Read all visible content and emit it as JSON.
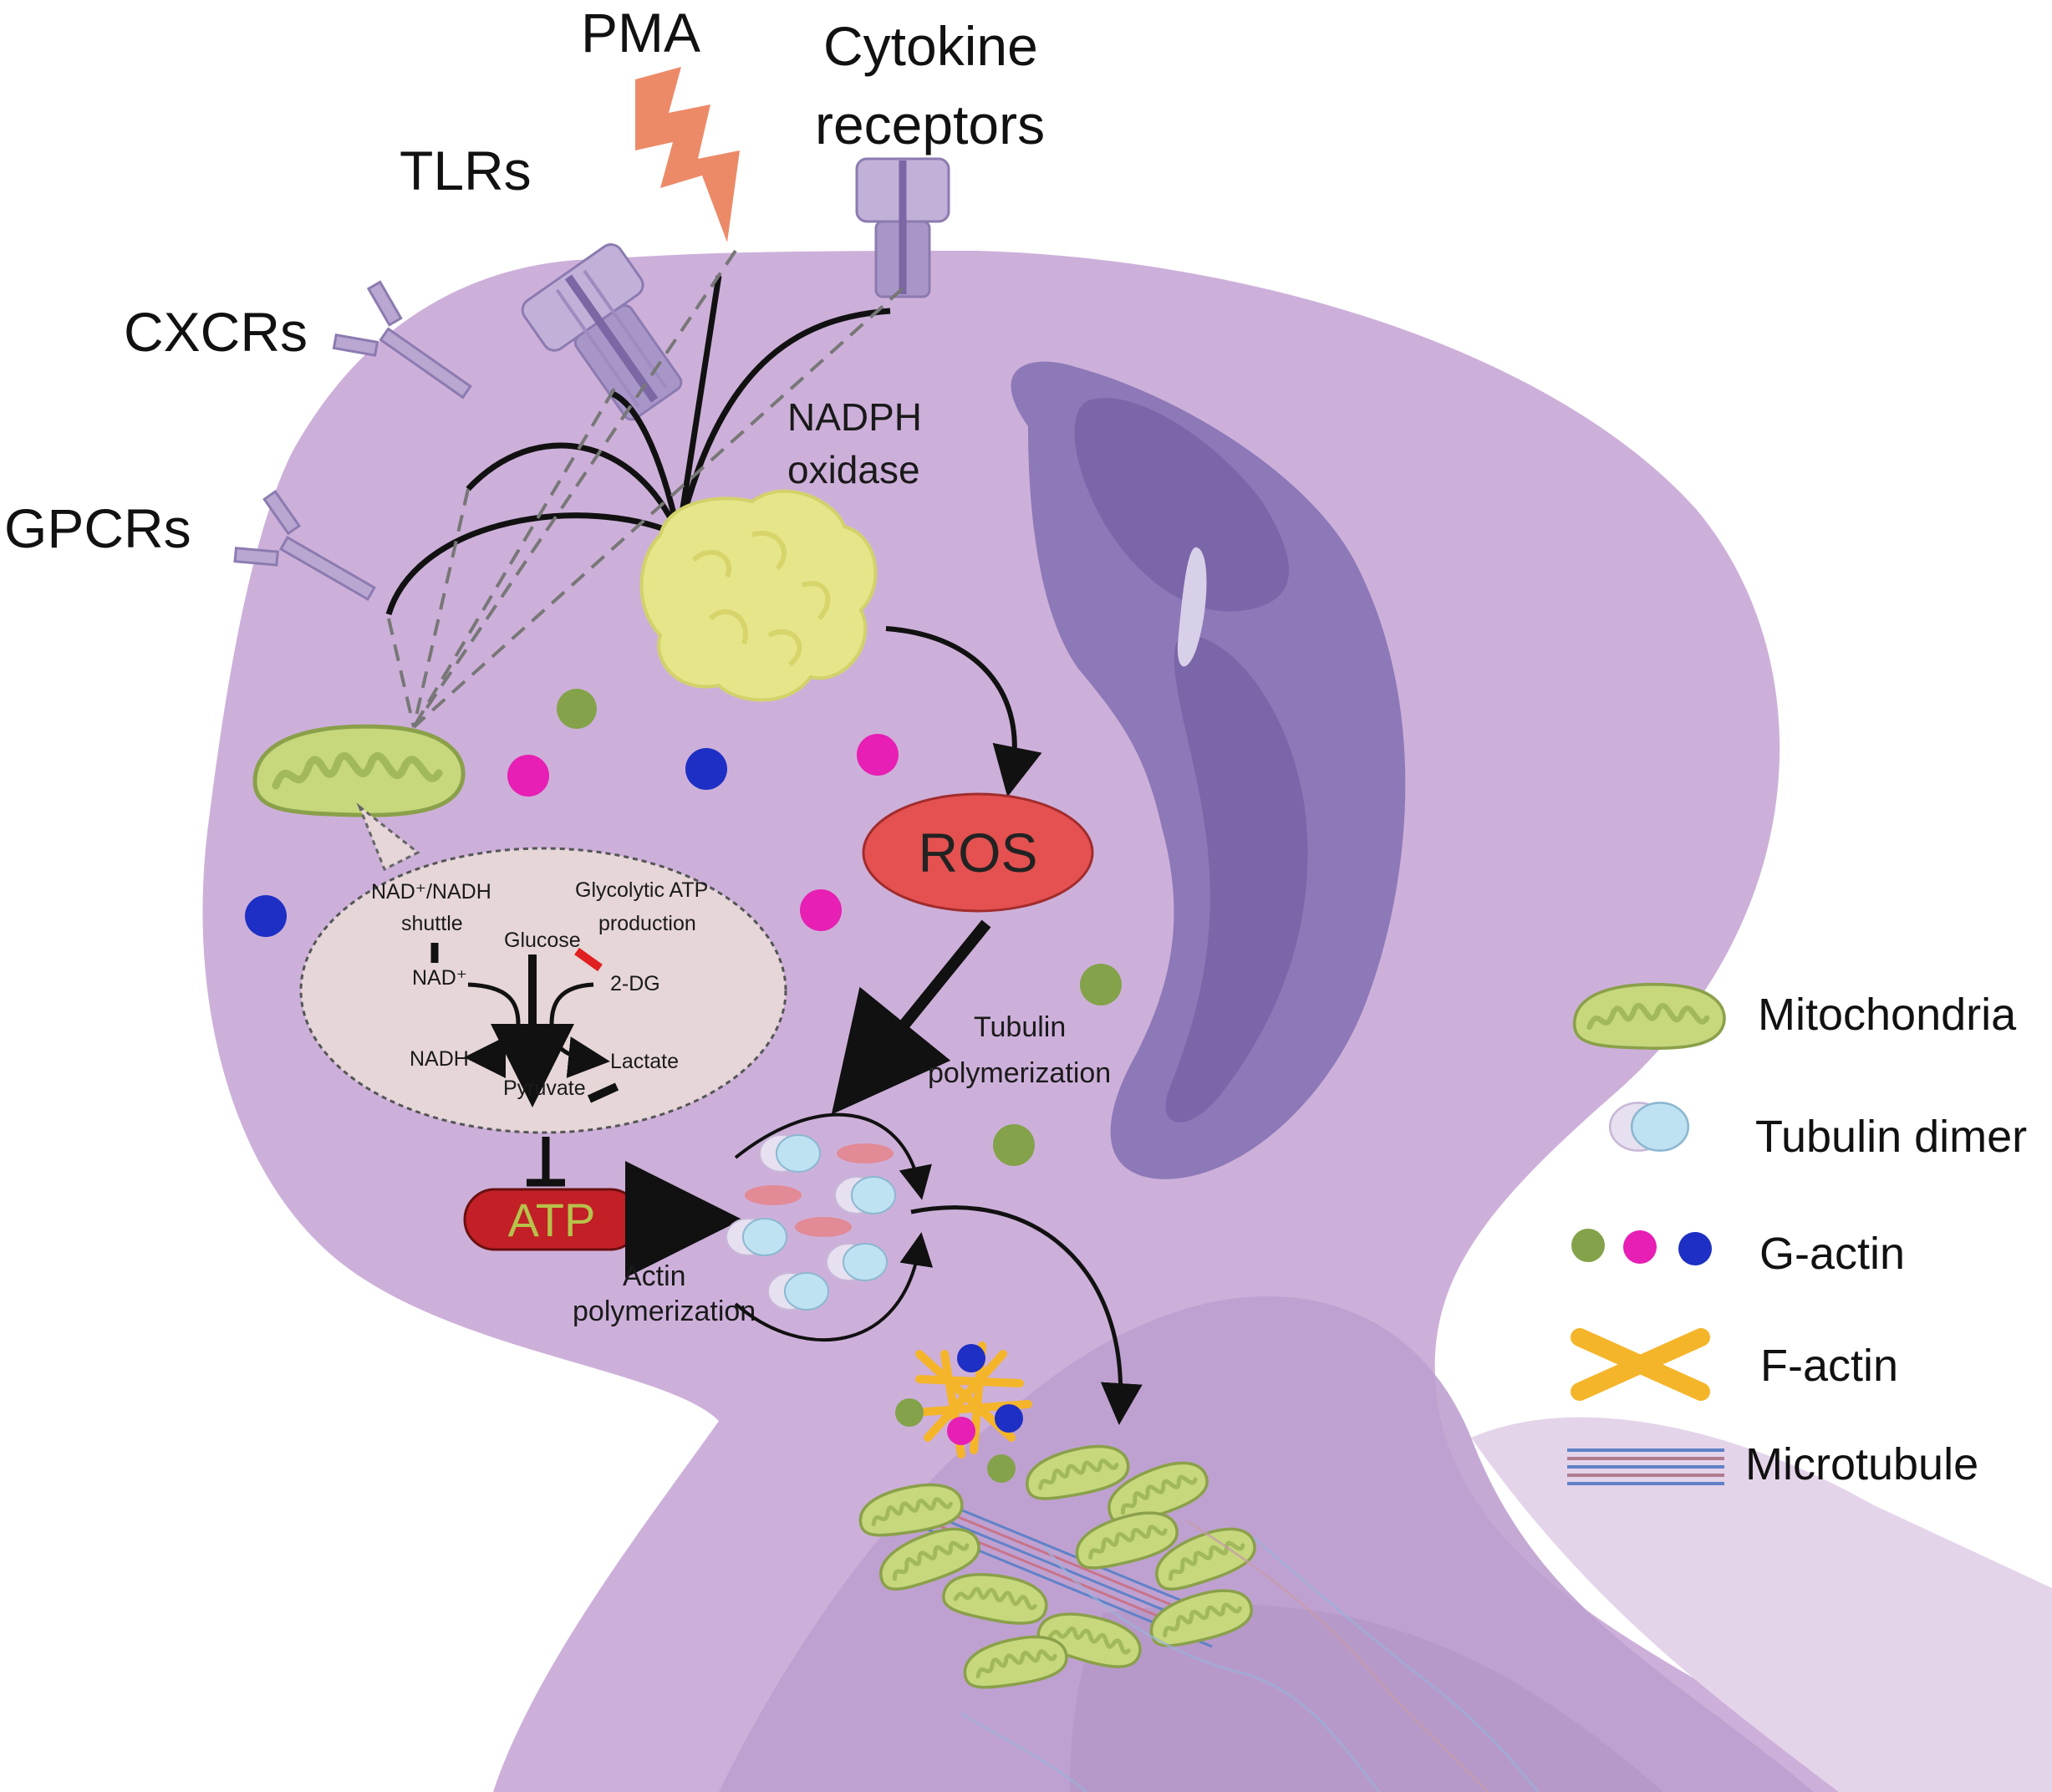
{
  "receptors": {
    "pma": "PMA",
    "cytokine_line1": "Cytokine",
    "cytokine_line2": "receptors",
    "tlrs": "TLRs",
    "cxcrs": "CXCRs",
    "gpcrs": "GPCRs"
  },
  "nadph": {
    "line1": "NADPH",
    "line2": "oxidase"
  },
  "ros": "ROS",
  "atp": "ATP",
  "tubulin_poly": {
    "line1": "Tubulin",
    "line2": "polymerization"
  },
  "actin_poly": {
    "line1": "Actin",
    "line2": "polymerization"
  },
  "metabolism": {
    "nad_shuttle_line1": "NAD⁺/NADH",
    "nad_shuttle_line2": "shuttle",
    "glycolytic_line1": "Glycolytic ATP",
    "glycolytic_line2": "production",
    "glucose": "Glucose",
    "nad_plus": "NAD⁺",
    "dg": "2-DG",
    "nadh": "NADH",
    "lactate": "Lactate",
    "pyruvate": "Pyruvate"
  },
  "legend": {
    "mitochondria": "Mitochondria",
    "tubulin_dimer": "Tubulin dimer",
    "g_actin": "G-actin",
    "f_actin": "F-actin",
    "microtubule": "Microtubule"
  },
  "colors": {
    "cell": "#cdb0da",
    "nucleus": "#8d79b8",
    "ros": "#e45150",
    "atp": "#c21f27",
    "atp_text": "#b6c24a",
    "pma_bolt": "#ec8a68",
    "nadph": "#e6e58a",
    "g_actin_green": "#84a24a",
    "g_actin_magenta": "#e71fb4",
    "g_actin_blue": "#1d2fc4",
    "f_actin": "#f4b52a",
    "mito": "#c6d77c",
    "nad_plus_red": "#e03131"
  }
}
